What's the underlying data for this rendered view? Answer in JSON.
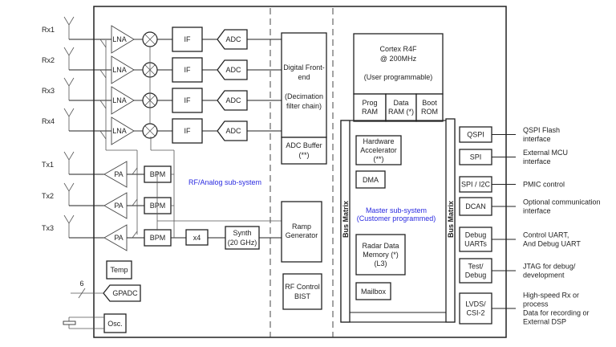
{
  "rx": [
    "Rx1",
    "Rx2",
    "Rx3",
    "Rx4"
  ],
  "tx": [
    "Tx1",
    "Tx2",
    "Tx3"
  ],
  "blocks": {
    "lna": "LNA",
    "if": "IF",
    "adc": "ADC",
    "pa": "PA",
    "bpm": "BPM",
    "x4": "x4",
    "synth": [
      "Synth",
      "(20 GHz)"
    ],
    "temp": "Temp",
    "gpadc": "GPADC",
    "gpadc_bus": "6",
    "osc": "Osc.",
    "dfe": [
      "Digital Front-",
      "end",
      "",
      "(Decimation",
      "filter chain)"
    ],
    "adc_buffer": [
      "ADC Buffer",
      "(**)"
    ],
    "ramp": [
      "Ramp",
      "Generator"
    ],
    "rf_control": [
      "RF Control",
      "BIST"
    ],
    "cortex": [
      "Cortex R4F",
      "@ 200MHz",
      "",
      "(User programmable)"
    ],
    "prog_ram": [
      "Prog",
      "RAM"
    ],
    "data_ram": [
      "Data",
      "RAM (*)"
    ],
    "boot_rom": [
      "Boot",
      "ROM"
    ],
    "hwa": [
      "Hardware",
      "Accelerator",
      "(**)"
    ],
    "dma": "DMA",
    "radar_mem": [
      "Radar Data",
      "Memory (*)",
      "(L3)"
    ],
    "mailbox": "Mailbox",
    "bus_matrix": "Bus Matrix"
  },
  "subsystems": {
    "rf": "RF/Analog sub-system",
    "master": [
      "Master sub-system",
      "(Customer programmed)"
    ]
  },
  "interfaces": [
    {
      "block": [
        "QSPI"
      ],
      "desc": [
        "QSPI Flash",
        "interface"
      ]
    },
    {
      "block": [
        "SPI"
      ],
      "desc": [
        "External MCU",
        "interface"
      ]
    },
    {
      "block": [
        "SPI / I2C"
      ],
      "desc": [
        "PMIC control"
      ]
    },
    {
      "block": [
        "DCAN"
      ],
      "desc": [
        "Optional communication",
        "interface"
      ]
    },
    {
      "block": [
        "Debug",
        "UARTs"
      ],
      "desc": [
        "Control UART,",
        "And Debug UART"
      ]
    },
    {
      "block": [
        "Test/",
        "Debug"
      ],
      "desc": [
        "JTAG for debug/",
        "development"
      ]
    },
    {
      "block": [
        "LVDS/",
        "CSI-2"
      ],
      "desc": [
        "High-speed Rx or",
        "process",
        "Data for recording or",
        "External DSP"
      ]
    }
  ],
  "colors": {
    "line": "#222222",
    "accent": "#2a2ae0"
  }
}
